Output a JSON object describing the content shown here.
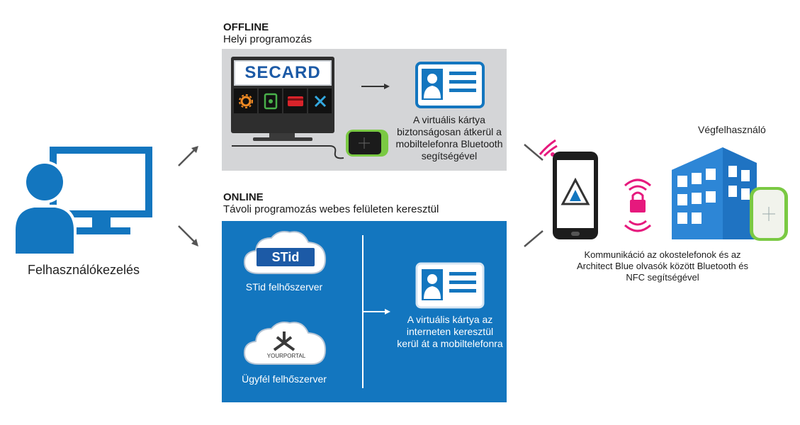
{
  "admin": {
    "label": "Felhasználókezelés",
    "icon": "user-at-computer-icon"
  },
  "offline": {
    "title": "OFFLINE",
    "subtitle": "Helyi programozás",
    "software_logo": "SECARD",
    "card_caption": "A virtuális kártya biztonságosan átkerül a mobiltelefonra Bluetooth segítségével"
  },
  "online": {
    "title": "ONLINE",
    "subtitle": "Távoli programozás webes felületen keresztül",
    "server1_logo": "STid",
    "server1_label": "STid felhőszerver",
    "server2_logo": "YOURPORTAL",
    "server2_label": "Ügyfél felhőszerver",
    "card_caption": "A virtuális kártya az interneten keresztül kerül át a mobiltelefonra"
  },
  "end_user": {
    "label": "Végfelhasználó",
    "comm_caption": "Kommunikáció az okostelefonok és az Architect Blue olvasók között Bluetooth és NFC segítségével"
  },
  "colors": {
    "blue": "#1376bf",
    "gray_panel": "#d4d5d7",
    "green": "#7ac943",
    "pink": "#e6197d"
  }
}
